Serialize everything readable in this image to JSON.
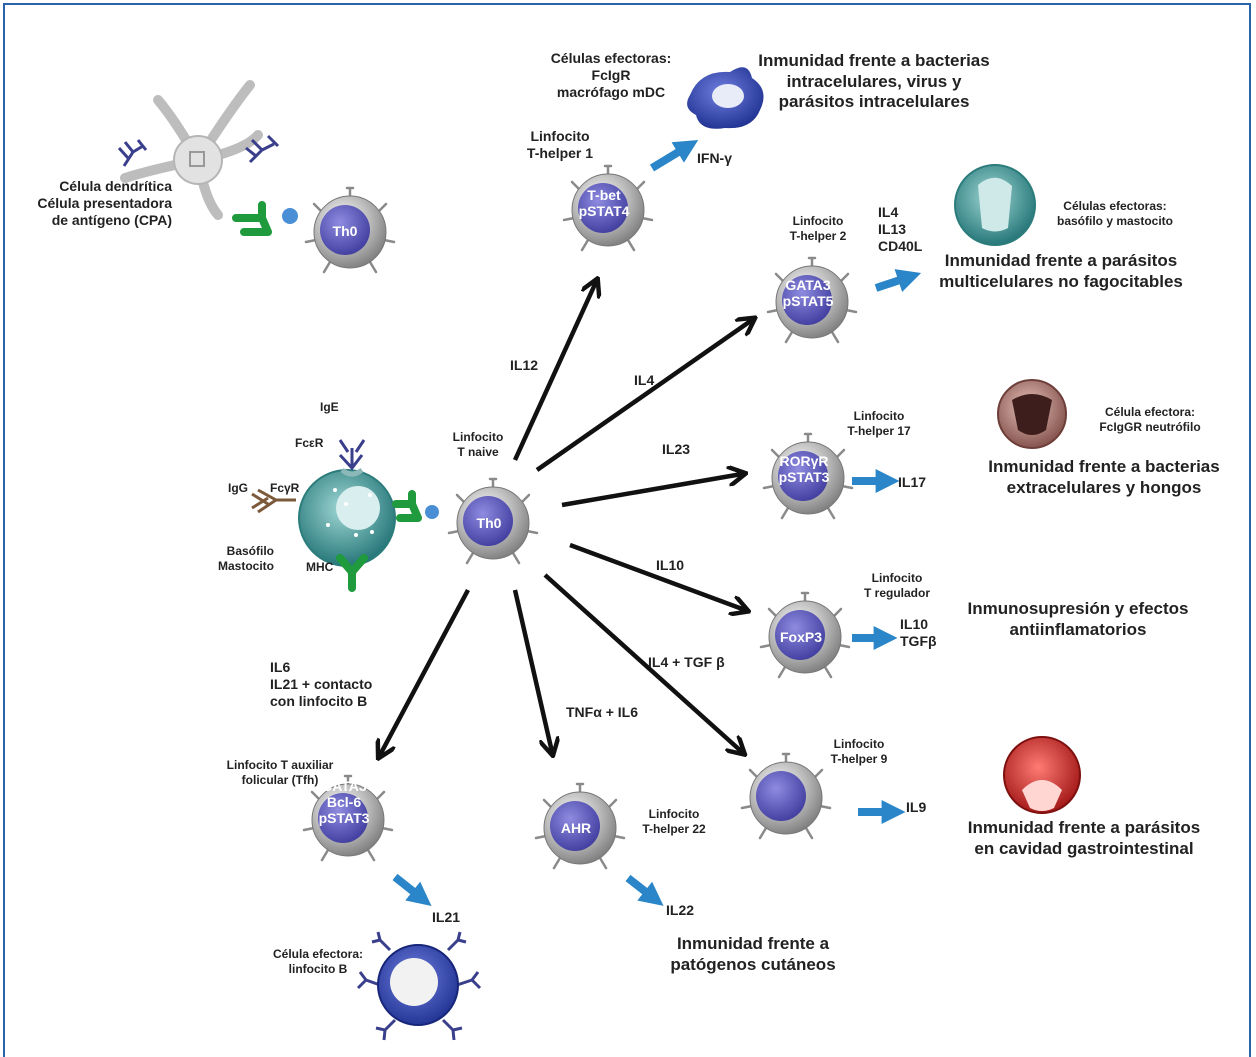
{
  "cpa": {
    "label": "Célula dendrítica\nCélula presentadora\nde antígeno (CPA)",
    "cell": "Th0"
  },
  "naive": {
    "label": "Linfocito\nT naive",
    "cell": "Th0"
  },
  "basophil": {
    "label": "Basófilo\nMastocito",
    "ige": "IgE",
    "fcer": "FcεR",
    "igg": "IgG",
    "fcgr": "FcγR",
    "mhc": "MHC"
  },
  "th1": {
    "label": "Linfocito\nT-helper 1",
    "cell": "T-bet\npSTAT4",
    "cytokine": "IFN-γ",
    "effector": "Células efectoras: FcIgR\nmacrófago mDC",
    "immunity": "Inmunidad frente a bacterias\nintracelulares, virus y\nparásitos intracelulares",
    "inducer": "IL12"
  },
  "th2": {
    "label": "Linfocito\nT-helper 2",
    "cell": "GATA3\npSTAT5",
    "cytokine": "IL4\nIL13\nCD40L",
    "effector": "Células efectoras:\nbasófilo y mastocito",
    "immunity": "Inmunidad frente a parásitos\nmulticelulares no fagocitables",
    "inducer": "IL4"
  },
  "th17": {
    "label": "Linfocito\nT-helper 17",
    "cell": "RORγR\npSTAT3",
    "cytokine": "IL17",
    "effector": "Célula efectora:\nFcIgGR neutrófilo",
    "immunity": "Inmunidad frente a bacterias\nextracelulares y hongos",
    "inducer": "IL23"
  },
  "treg": {
    "label": "Linfocito\nT regulador",
    "cell": "FoxP3",
    "cytokine": "IL10\nTGFβ",
    "immunity": "Inmunosupresión y efectos\nantiinflamatorios",
    "inducer": "IL10"
  },
  "th9": {
    "label": "Linfocito\nT-helper 9",
    "cytokine": "IL9",
    "immunity": "Inmunidad frente a parásitos\nen cavidad gastrointestinal",
    "inducer": "IL4 + TGF β"
  },
  "th22": {
    "label": "Linfocito\nT-helper 22",
    "cell": "AHR",
    "cytokine": "IL22",
    "immunity": "Inmunidad frente a\npatógenos cutáneos",
    "inducer": "TNFα + IL6"
  },
  "tfh": {
    "label": "Linfocito T auxiliar\nfolicular (Tfh)",
    "cell": "GATA3\nBcl-6\npSTAT3",
    "cytokine": "IL21",
    "effector": "Célula efectora:\nlinfocito B",
    "inducer": "IL6\nIL21 + contacto\ncon linfocito B"
  },
  "colors": {
    "arrow": "#111111",
    "blue_arrow": "#2a86c8",
    "nucleus": "#5a57b8",
    "cell": "#a8a8a8",
    "frame": "#2b63a8",
    "green": "#1f9a3c"
  }
}
